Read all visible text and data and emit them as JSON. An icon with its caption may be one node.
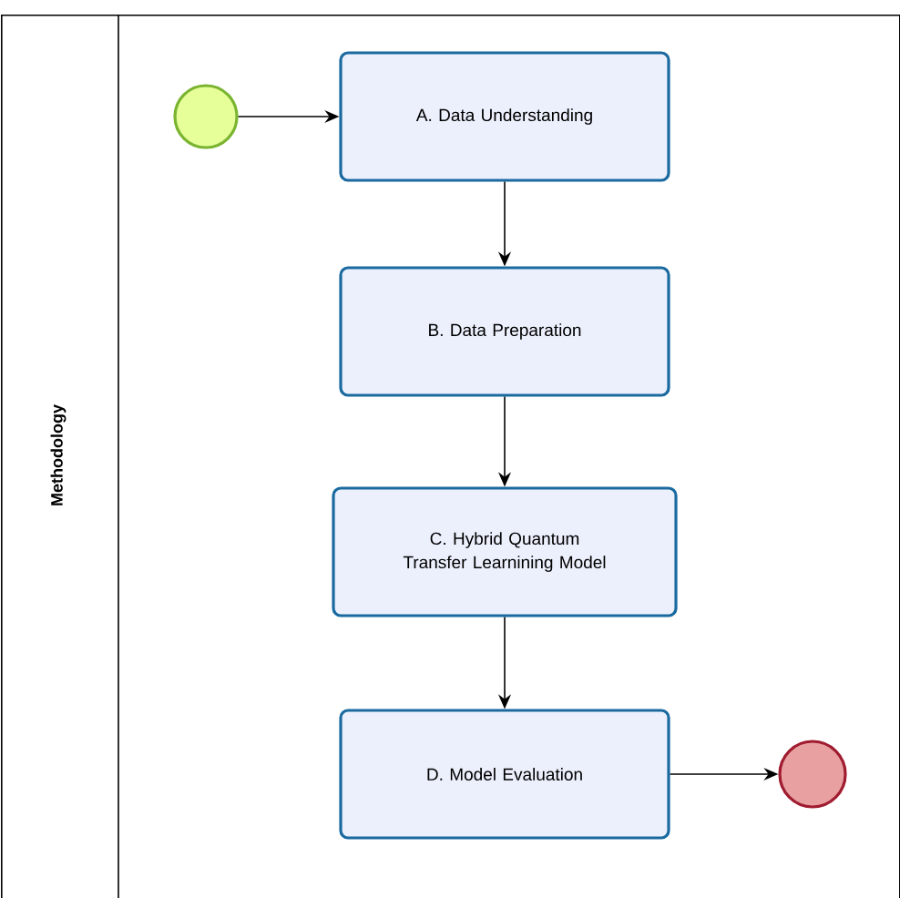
{
  "diagram": {
    "nodes": [
      {
        "text": [
          "Methodology"
        ]
      },
      {
        "text": [],
        "shape": "circle",
        "in": 0
      },
      {
        "text": [
          "A. Data Understanding"
        ],
        "in": 0
      },
      {
        "text": [
          "B. Data Preparation"
        ],
        "in": 0
      },
      {
        "text": [
          "C. Hybrid Quantum Transfer Learnining Model"
        ],
        "in": 0
      },
      {
        "text": [
          "D. Model Evaluation"
        ],
        "in": 0
      },
      {
        "text": [],
        "shape": "circle",
        "in": 0
      }
    ],
    "edges": [
      {
        "from": 1,
        "to": 2,
        "arrow": "to"
      },
      {
        "from": 2,
        "to": 3,
        "arrow": "to"
      },
      {
        "from": 3,
        "to": 4,
        "arrow": "to"
      },
      {
        "from": 4,
        "to": 5,
        "arrow": "to"
      },
      {
        "from": 5,
        "to": 6,
        "arrow": "to"
      }
    ]
  }
}
